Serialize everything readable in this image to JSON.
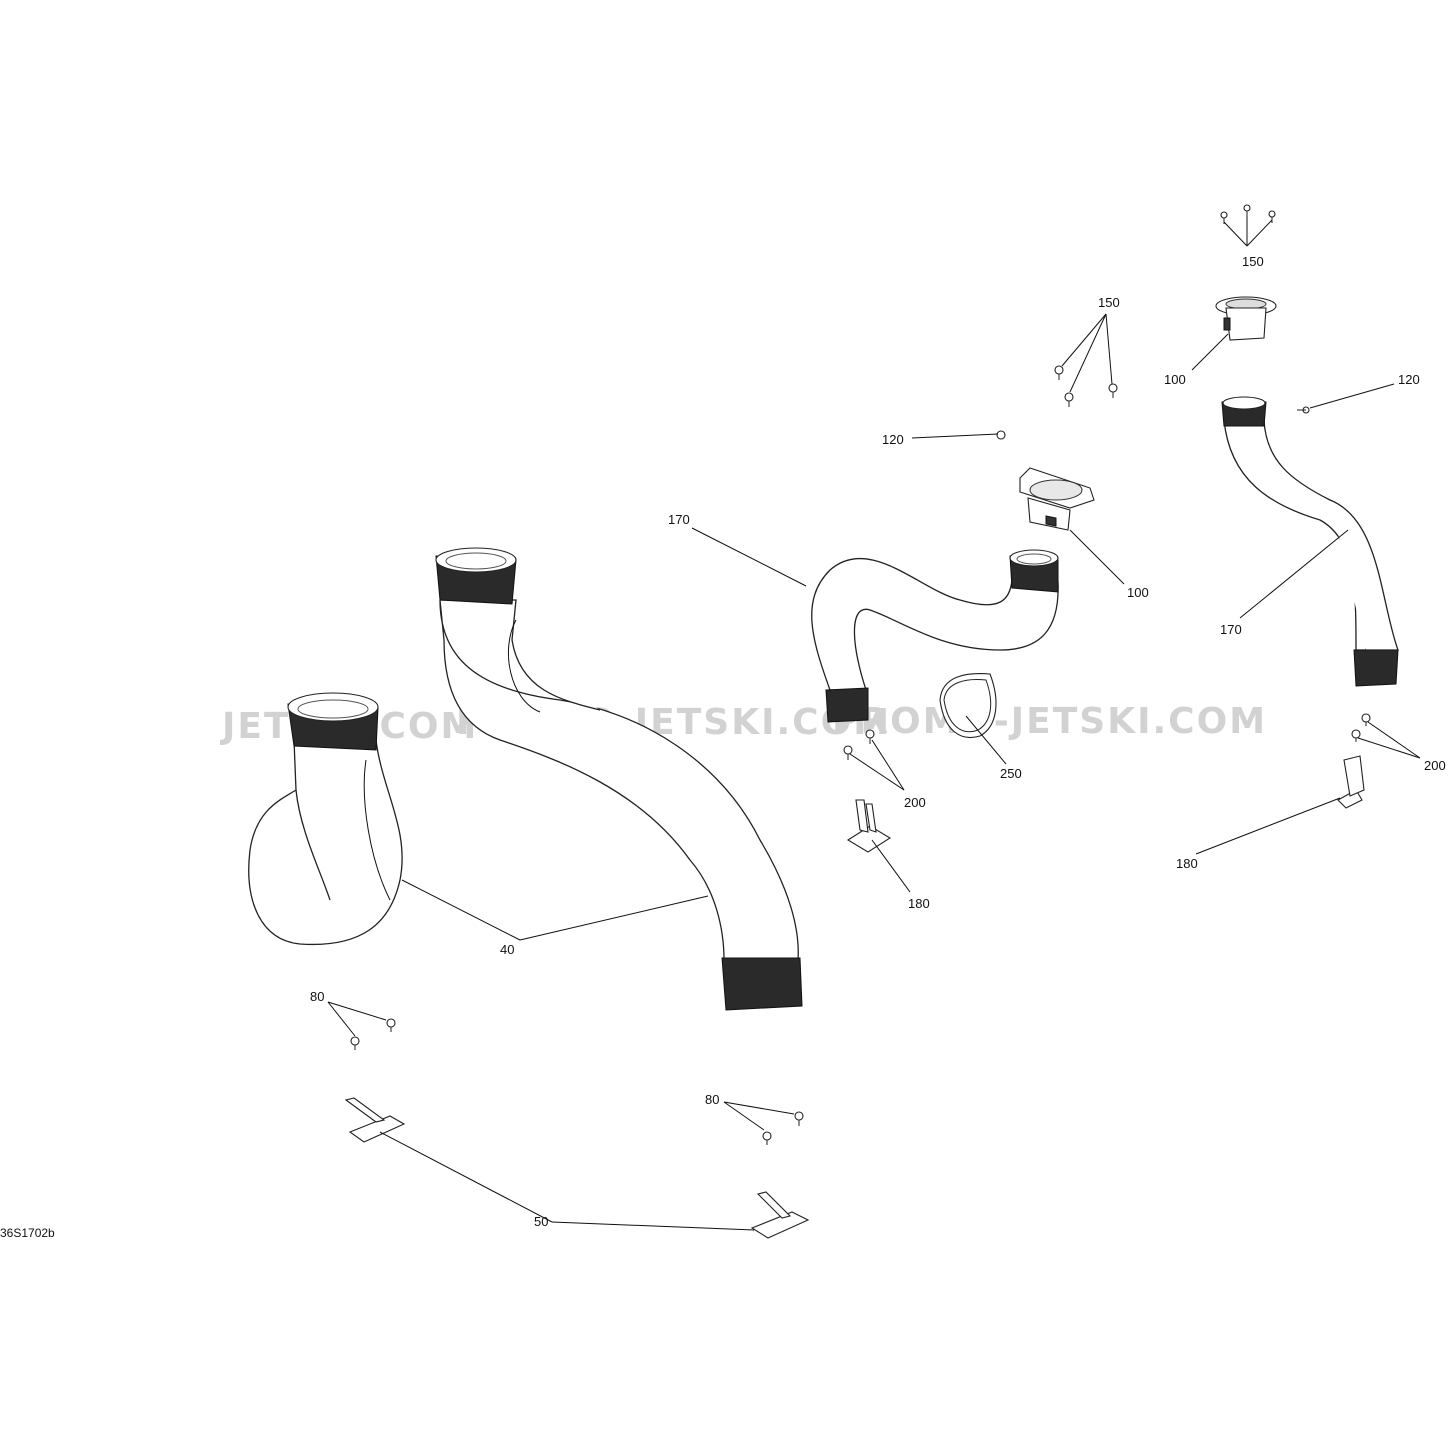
{
  "diagram": {
    "reference_code": "36S1702b",
    "watermarks": [
      "JETSKI.COM",
      "PROMO-JETSKI.COM",
      "PROMO-JETSKI.COM"
    ],
    "callouts": {
      "c40": "40",
      "c50": "50",
      "c80a": "80",
      "c80b": "80",
      "c100a": "100",
      "c100b": "100",
      "c120a": "120",
      "c120b": "120",
      "c150a": "150",
      "c150b": "150",
      "c170a": "170",
      "c170b": "170",
      "c180a": "180",
      "c180b": "180",
      "c200a": "200",
      "c200b": "200",
      "c250": "250"
    }
  }
}
